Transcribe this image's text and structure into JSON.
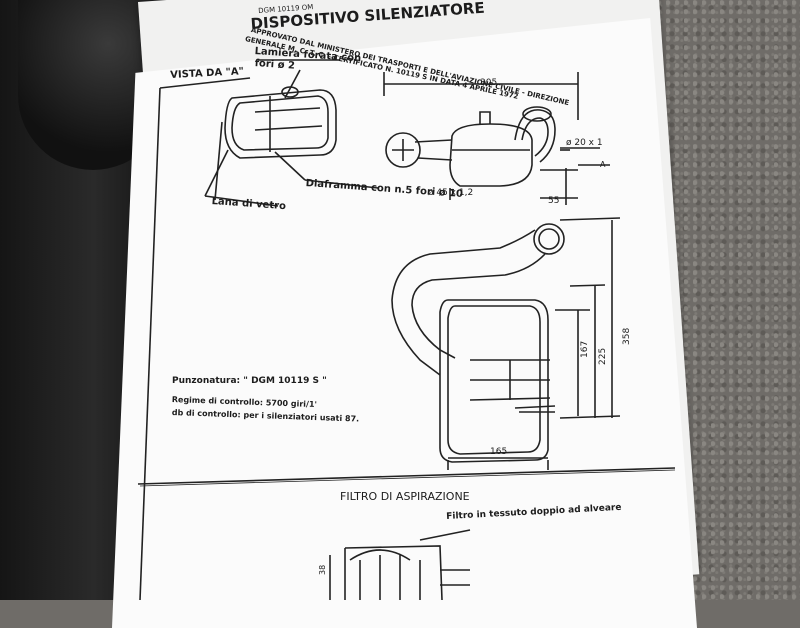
{
  "doc": {
    "ref_line": "DGM 10119 OM",
    "title": "DISPOSITIVO SILENZIATORE",
    "approval_line1": "APPROVATO DAL MINISTERO DEI TRASPORTI E DELL'AVIAZIONE CIVILE - DIREZIONE",
    "approval_line2": "GENERALE M. C. T. C. - CERTIFICATO N. 10119 S IN DATA 4 APRILE 1972",
    "view_label": "VISTA DA \"A\"",
    "lamiera_label1": "Lamiera forata con",
    "lamiera_label2": "fori ø 2",
    "diaframma_label": "Diaframma con n.5 fori ø 10",
    "lana_label": "Lana di vetro",
    "dim_305": "305",
    "dim_20x1": "ø 20 x 1",
    "dim_A": "A",
    "dim_45": "ø 45 x 1,2",
    "dim_55": "55",
    "dim_358": "358",
    "dim_225": "225",
    "dim_167": "167",
    "dim_165": "165",
    "punz_label": "Punzonatura: \" DGM 10119 S \"",
    "regime_label": "Regime di controllo: 5700 giri/1'",
    "db_label": "db di controllo: per i silenziatori usati 87.",
    "filtro_title": "FILTRO DI ASPIRAZIONE",
    "filtro_label": "Filtro in tessuto doppio ad alveare",
    "dim_38": "38"
  }
}
